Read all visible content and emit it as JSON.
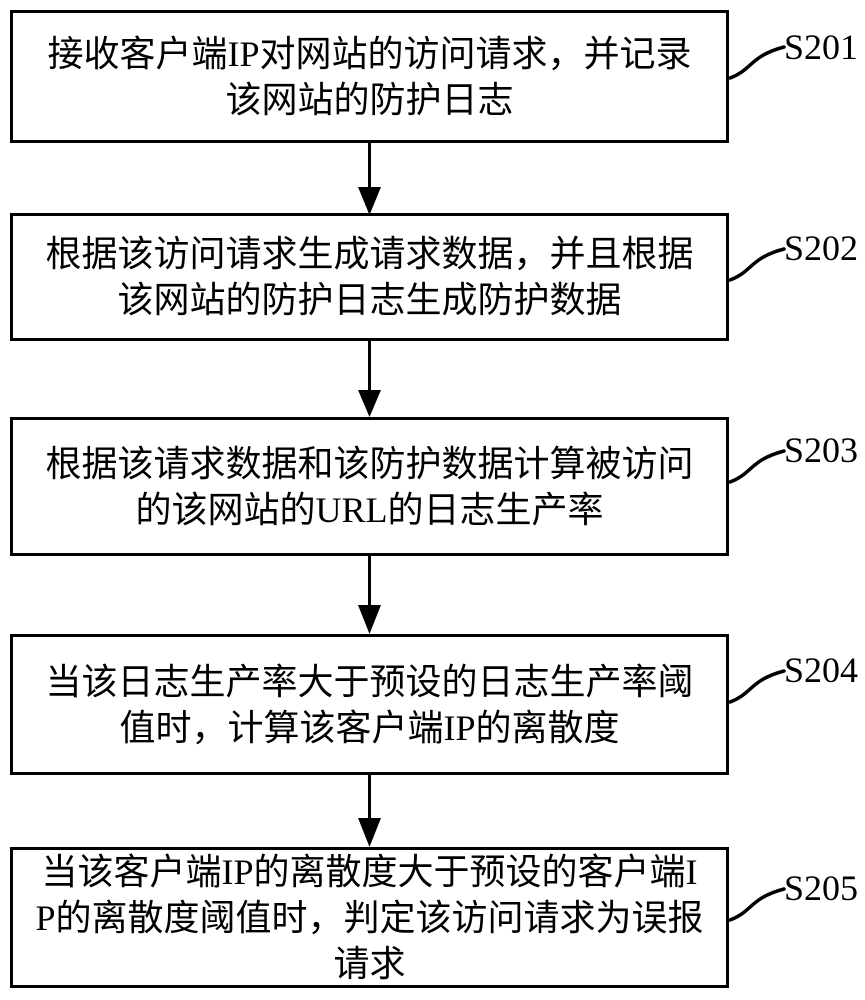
{
  "figure": {
    "type": "flowchart",
    "background_color": "#ffffff",
    "line_color": "#000000",
    "text_color": "#000000",
    "steps": [
      {
        "label": "S201",
        "lines": [
          "接收客户端IP对网站的访问请求，并记录",
          "该网站的防护日志"
        ]
      },
      {
        "label": "S202",
        "lines": [
          "根据该访问请求生成请求数据，并且根据",
          "该网站的防护日志生成防护数据"
        ]
      },
      {
        "label": "S203",
        "lines": [
          "根据该请求数据和该防护数据计算被访问",
          "的该网站的URL的日志生产率"
        ]
      },
      {
        "label": "S204",
        "lines": [
          "当该日志生产率大于预设的日志生产率阈",
          "值时，计算该客户端IP的离散度"
        ]
      },
      {
        "label": "S205",
        "lines": [
          "当该客户端IP的离散度大于预设的客户端I",
          "P的离散度阈值时，判定该访问请求为误报",
          "请求"
        ]
      }
    ]
  }
}
